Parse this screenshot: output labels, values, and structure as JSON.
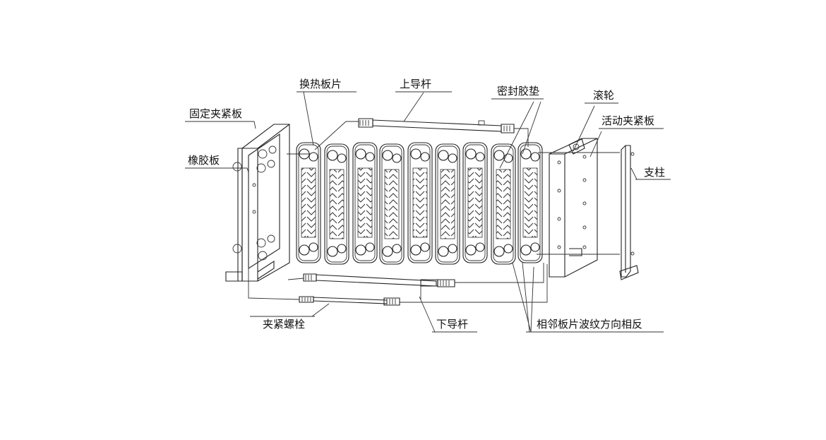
{
  "labels": {
    "fixed_plate": "固定夹紧板",
    "rubber_plate": "橡胶板",
    "heat_exchange_plate": "换热板片",
    "upper_guide_bar": "上导杆",
    "gasket": "密封胶垫",
    "roller": "滚轮",
    "movable_plate": "活动夹紧板",
    "column": "支柱",
    "clamping_bolt": "夹紧螺栓",
    "lower_guide_bar": "下导杆",
    "opposite_corrugation": "相邻板片波纹方向相反"
  },
  "colors": {
    "line": "#222222",
    "background": "#ffffff"
  }
}
